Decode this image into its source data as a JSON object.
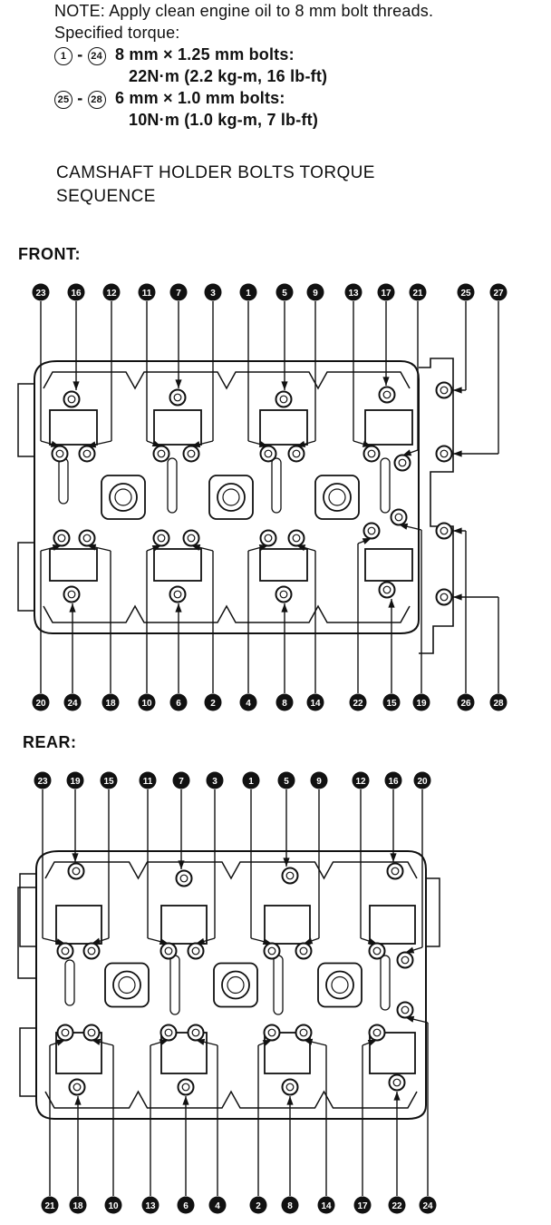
{
  "note": {
    "line1": "NOTE:  Apply clean engine oil to 8 mm bolt threads.",
    "line2": "Specified torque:",
    "group1_range_start": "1",
    "group1_range_end": "24",
    "group1_spec": "8 mm × 1.25 mm bolts:",
    "group1_torque": "22N·m (2.2 kg-m, 16 lb-ft)",
    "group2_range_start": "25",
    "group2_range_end": "28",
    "group2_spec": "6 mm × 1.0 mm bolts:",
    "group2_torque": "10N·m (1.0 kg-m, 7 lb-ft)",
    "range_sep": "-"
  },
  "sequence_title_line1": "CAMSHAFT HOLDER BOLTS TORQUE",
  "sequence_title_line2": "SEQUENCE",
  "front": {
    "label": "FRONT:",
    "top_numbers": [
      "23",
      "16",
      "12",
      "11",
      "7",
      "3",
      "1",
      "5",
      "9",
      "13",
      "17",
      "21",
      "25",
      "27"
    ],
    "bottom_numbers": [
      "20",
      "24",
      "18",
      "10",
      "6",
      "2",
      "4",
      "8",
      "14",
      "22",
      "15",
      "19",
      "26",
      "28"
    ]
  },
  "rear": {
    "label": "REAR:",
    "top_numbers": [
      "23",
      "19",
      "15",
      "11",
      "7",
      "3",
      "1",
      "5",
      "9",
      "12",
      "16",
      "20"
    ],
    "bottom_numbers": [
      "21",
      "18",
      "10",
      "13",
      "6",
      "4",
      "2",
      "8",
      "14",
      "17",
      "22",
      "24"
    ]
  },
  "colors": {
    "ink": "#111111",
    "paper": "#ffffff"
  }
}
